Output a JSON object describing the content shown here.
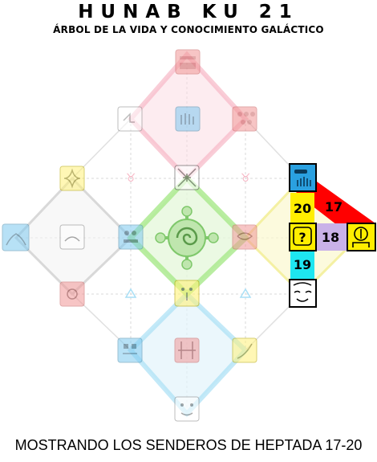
{
  "header": {
    "title": "HUNAB KU 21",
    "subtitle": "ÁRBOL DE LA VIDA Y CONOCIMIENTO GALÁCTICO"
  },
  "footer": {
    "caption": "MOSTRANDO LOS SENDEROS DE HEPTADA 17-20"
  },
  "paths": [
    {
      "number": "17",
      "color": "#ff0000"
    },
    {
      "number": "18",
      "color": "#c9b2e8"
    },
    {
      "number": "19",
      "color": "#1ee6f0"
    },
    {
      "number": "20",
      "color": "#ffee00"
    }
  ],
  "diamond_colors": {
    "top": "#f7b8c6",
    "center": "#a8e88a",
    "bottom": "#a9dff5",
    "left": "#d0d0d0",
    "right": "#f3ee9a"
  },
  "glyphs": [
    {
      "id": "red-dragon-top",
      "color": "red"
    },
    {
      "id": "white-wind",
      "color": "white"
    },
    {
      "id": "blue-hand",
      "color": "blue"
    },
    {
      "id": "red-moon-upper",
      "color": "red"
    },
    {
      "id": "yellow-star",
      "color": "yellow"
    },
    {
      "id": "white-mirror",
      "color": "white"
    },
    {
      "id": "blue-monkey",
      "color": "blue",
      "highlighted": true
    },
    {
      "id": "blue-storm-left",
      "color": "blue"
    },
    {
      "id": "white-dog",
      "color": "white"
    },
    {
      "id": "blue-night",
      "color": "blue"
    },
    {
      "id": "red-earth",
      "color": "red"
    },
    {
      "id": "yellow-warrior",
      "color": "yellow",
      "highlighted": true
    },
    {
      "id": "yellow-human",
      "color": "yellow",
      "highlighted": true
    },
    {
      "id": "red-serpent",
      "color": "red"
    },
    {
      "id": "yellow-seed",
      "color": "yellow"
    },
    {
      "id": "white-wizard",
      "color": "white",
      "highlighted": true
    },
    {
      "id": "blue-eagle",
      "color": "blue"
    },
    {
      "id": "red-skywalker",
      "color": "red"
    },
    {
      "id": "yellow-sun",
      "color": "yellow"
    },
    {
      "id": "white-worldbridger",
      "color": "white"
    },
    {
      "id": "hunab-ku-center",
      "color": "green"
    }
  ]
}
